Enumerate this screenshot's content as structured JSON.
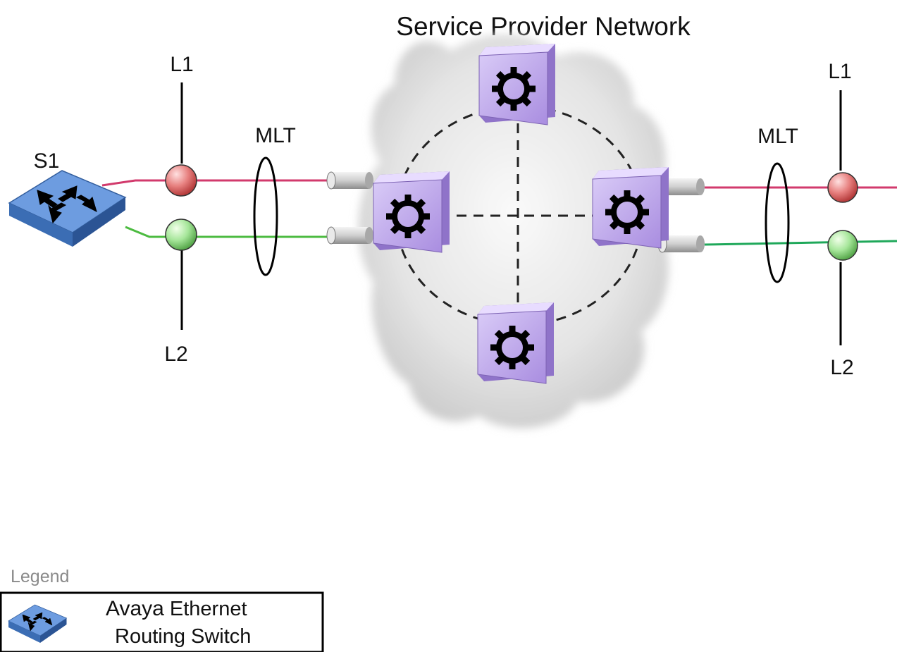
{
  "diagram": {
    "title": "Service Provider Network",
    "nodes": {
      "s1": "S1",
      "left_l1": "L1",
      "left_l2": "L2",
      "left_mlt": "MLT",
      "right_l1": "L1",
      "right_l2": "L2",
      "right_mlt": "MLT"
    },
    "colors": {
      "link_l1": "#d23a6c",
      "link_l2": "#4cbb40",
      "switch_purple": "#b89be8",
      "routing_switch_blue": "#5b8fd6",
      "cloud": "#d9d9d9"
    },
    "icons": {
      "routing_switch": "routing-switch-icon",
      "provider_switch": "gear-icon"
    }
  },
  "legend": {
    "caption": "Legend",
    "brand": "Avaya",
    "line1_rest": " Ethernet",
    "line2": "Routing Switch"
  }
}
